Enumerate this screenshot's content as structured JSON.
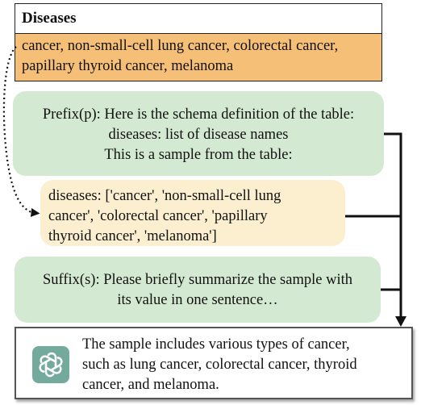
{
  "table": {
    "header": "Diseases",
    "row_lines": [
      "cancer, non-small-cell lung cancer, colorectal cancer,",
      "papillary thyroid cancer, melanoma"
    ]
  },
  "prefix": {
    "lines": [
      "Prefix(p): Here is the schema definition of the table:",
      "diseases: list of disease names",
      "This is a sample from the table:"
    ]
  },
  "sample": {
    "lines": [
      "diseases: ['cancer', 'non-small-cell lung",
      "cancer', 'colorectal cancer', 'papillary",
      "thyroid cancer', 'melanoma']"
    ]
  },
  "suffix": {
    "lines": [
      "Suffix(s): Please briefly summarize the sample with",
      "its value in one sentence…"
    ]
  },
  "output": {
    "lines": [
      "The sample includes various types of cancer,",
      "such as lung cancer, colorectal cancer, thyroid",
      "cancer, and melanoma."
    ],
    "logo_icon": "assistant-logo-icon"
  },
  "colors": {
    "table_row_bg": "#f6bf78",
    "prompt_box_bg": "#d4e9d1",
    "sample_box_bg": "#fcefd0",
    "logo_bg": "#74aa9c"
  }
}
